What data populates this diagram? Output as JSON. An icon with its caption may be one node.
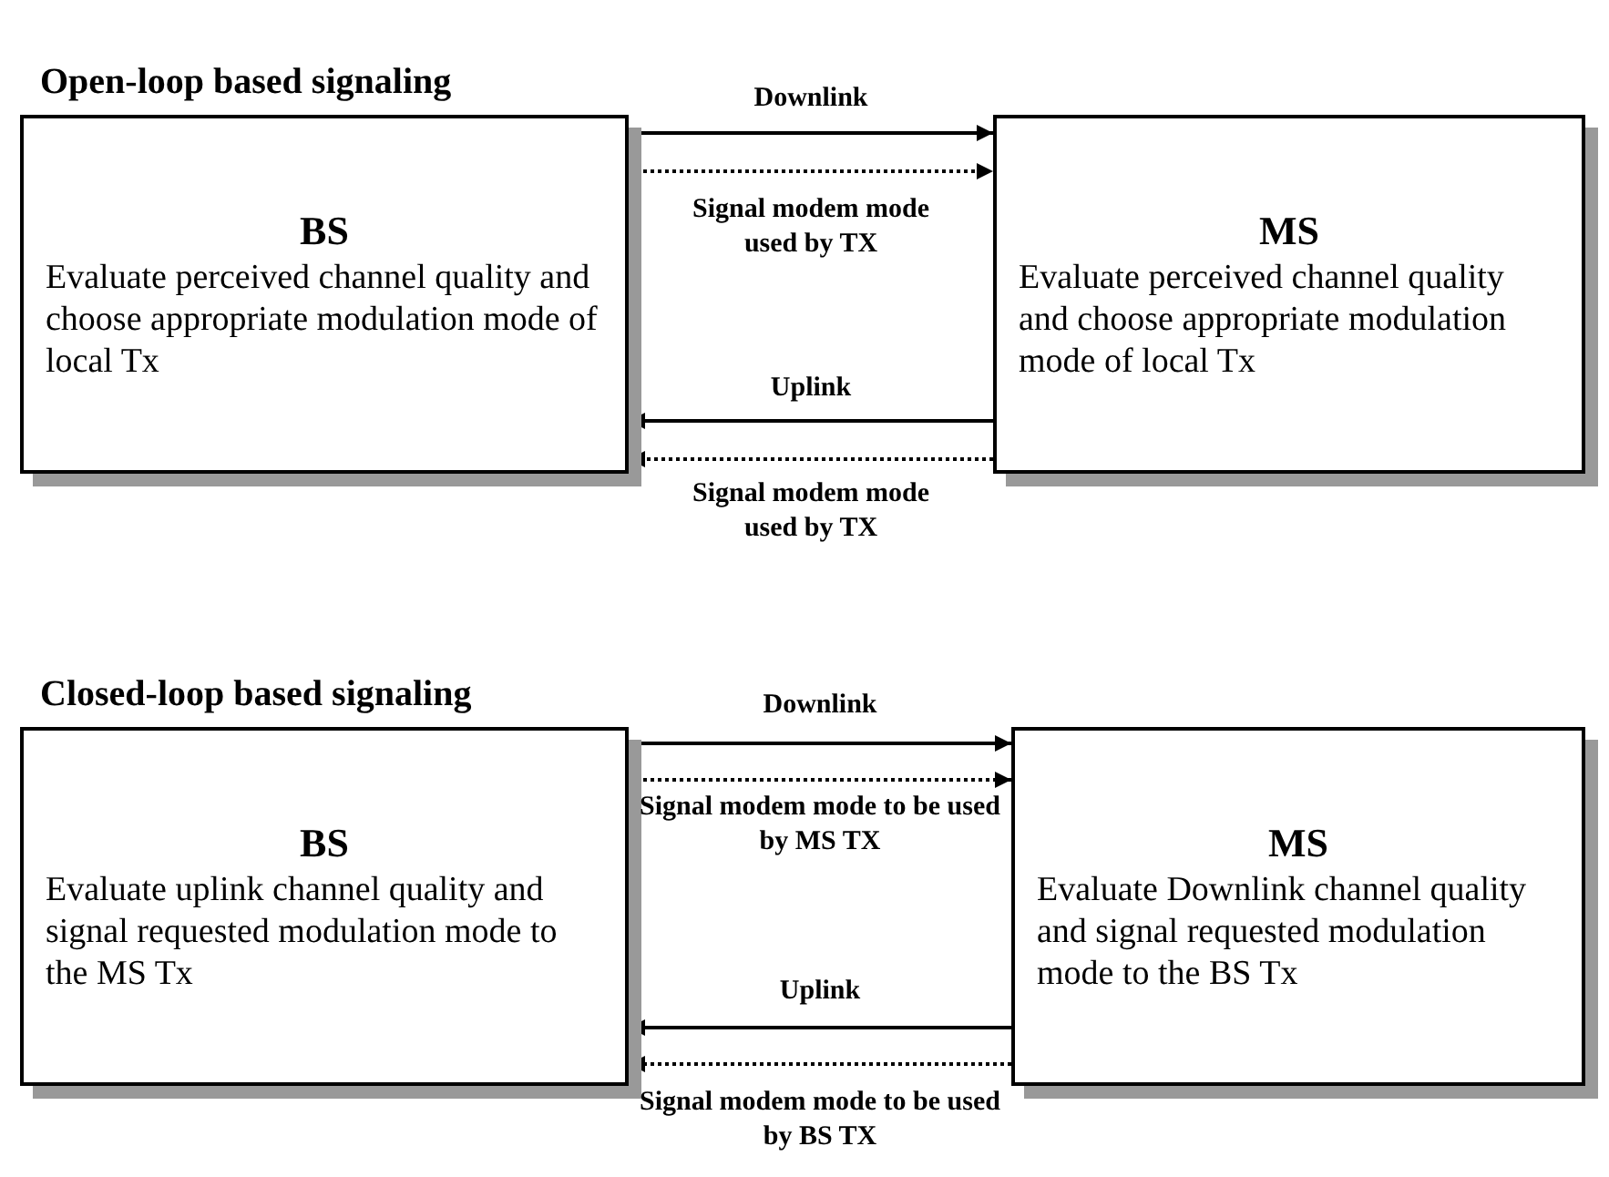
{
  "diagram": {
    "nodes": [
      {
        "text": [
          "BS",
          "Evaluate perceived channel quality and choose appropriate modulation mode of local Tx"
        ]
      },
      {
        "text": [
          "MS",
          "Evaluate perceived channel quality and choose appropriate modulation mode of local Tx"
        ]
      },
      {
        "text": [
          "BS",
          "Evaluate uplink channel quality and signal requested modulation mode to the MS Tx"
        ]
      },
      {
        "text": [
          "MS",
          "Evaluate Downlink channel quality and signal requested modulation mode to the BS Tx"
        ]
      }
    ],
    "edges": [
      {
        "from": 0,
        "to": 1,
        "arrow": "to",
        "label": "Downlink"
      },
      {
        "from": 0,
        "to": 1,
        "arrow": "to",
        "label": "Signal modem mode used by TX",
        "style": "dashed"
      },
      {
        "from": 1,
        "to": 0,
        "arrow": "to",
        "label": "Uplink"
      },
      {
        "from": 1,
        "to": 0,
        "arrow": "to",
        "label": "Signal modem mode used by TX",
        "style": "dashed"
      },
      {
        "from": 2,
        "to": 3,
        "arrow": "to",
        "label": "Downlink"
      },
      {
        "from": 2,
        "to": 3,
        "arrow": "to",
        "label": "Signal modem mode to be used by MS TX",
        "style": "dashed"
      },
      {
        "from": 3,
        "to": 2,
        "arrow": "to",
        "label": "Uplink"
      },
      {
        "from": 3,
        "to": 2,
        "arrow": "to",
        "label": "Signal modem mode to be used by BS TX",
        "style": "dashed"
      }
    ],
    "labels": [
      "Open-loop based signaling",
      "Closed-loop based signaling"
    ]
  }
}
